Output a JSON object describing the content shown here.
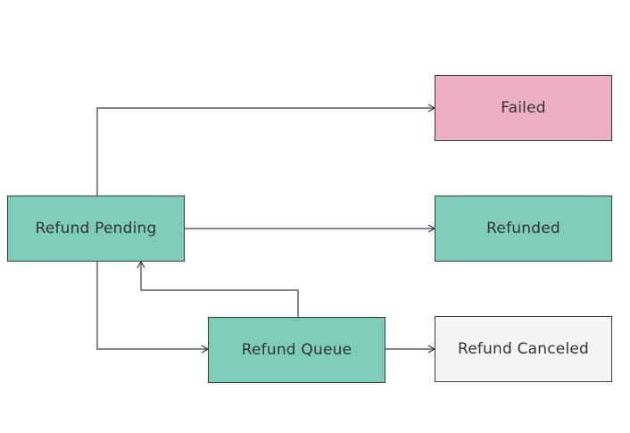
{
  "colors": {
    "active": "#7fcdb9",
    "failed": "#edafc4",
    "canceled": "#f5f5f6",
    "line": "#3c3c3c",
    "text": "#333333"
  },
  "nodes": {
    "failed": {
      "label": "Failed",
      "color": "#edafc4"
    },
    "pending": {
      "label": "Refund Pending",
      "color": "#7fcdb9"
    },
    "refunded": {
      "label": "Refunded",
      "color": "#7fcdb9"
    },
    "queue": {
      "label": "Refund Queue",
      "color": "#7fcdb9"
    },
    "canceled": {
      "label": "Refund Canceled",
      "color": "#f5f5f6"
    }
  },
  "edges": [
    {
      "from": "Refund Pending",
      "to": "Failed"
    },
    {
      "from": "Refund Pending",
      "to": "Refunded"
    },
    {
      "from": "Refund Pending",
      "to": "Refund Queue"
    },
    {
      "from": "Refund Queue",
      "to": "Refund Pending"
    },
    {
      "from": "Refund Queue",
      "to": "Refund Canceled"
    }
  ]
}
